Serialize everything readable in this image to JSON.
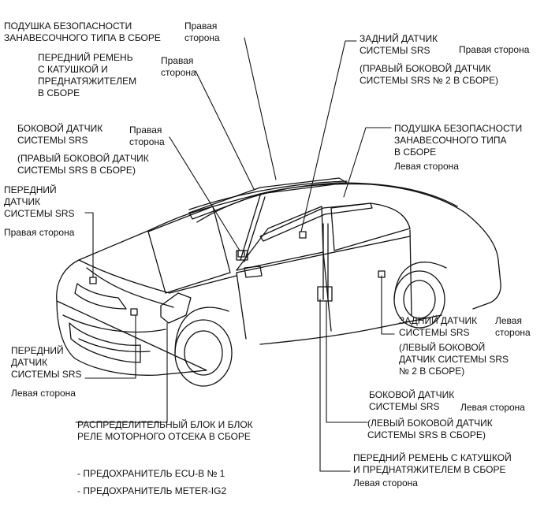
{
  "labels": {
    "curtain_right": "ПОДУШКА БЕЗОПАСНОСТИ\nЗАНАВЕСОЧНОГО ТИПА В СБОРЕ",
    "curtain_right_side": "Правая\nсторона",
    "belt_front_right": "ПЕРЕДНИЙ РЕМЕНЬ\nС КАТУШКОЙ И\nПРЕДНАТЯЖИТЕЛЕМ\nВ СБОРЕ",
    "belt_front_right_side": "Правая\nсторона",
    "side_sensor_right": "БОКОВОЙ ДАТЧИК\nСИСТЕМЫ SRS",
    "side_sensor_right_sub": "(ПРАВЫЙ БОКОВОЙ ДАТЧИК\nСИСТЕМЫ SRS В СБОРЕ)",
    "side_sensor_right_side": "Правая\nсторона",
    "front_sensor_right": "ПЕРЕДНИЙ\nДАТЧИК\nСИСТЕМЫ SRS",
    "front_sensor_right_side": "Правая сторона",
    "front_sensor_left": "ПЕРЕДНИЙ\nДАТЧИК\nСИСТЕМЫ SRS",
    "front_sensor_left_side": "Левая сторона",
    "junction_block": "РАСПРЕДЕЛИТЕЛЬНЫЙ БЛОК И БЛОК\nРЕЛЕ МОТОРНОГО ОТСЕКА В СБОРЕ",
    "fuse_1": "- ПРЕДОХРАНИТЕЛЬ ECU-B № 1",
    "fuse_2": "- ПРЕДОХРАНИТЕЛЬ METER-IG2",
    "rear_sensor_right": "ЗАДНИЙ ДАТЧИК\nСИСТЕМЫ SRS",
    "rear_sensor_right_side": "Правая сторона",
    "rear_sensor_right_sub": "(ПРАВЫЙ БОКОВОЙ ДАТЧИК\nСИСТЕМЫ SRS № 2 В СБОРЕ)",
    "curtain_left": "ПОДУШКА БЕЗОПАСНОСТИ\nЗАНАВЕСОЧНОГО ТИПА\nВ СБОРЕ",
    "curtain_left_side": "Левая сторона",
    "rear_sensor_left": "ЗАДНИЙ ДАТЧИК\nСИСТЕМЫ SRS",
    "rear_sensor_left_side": "Левая\nсторона",
    "rear_sensor_left_sub": "(ЛЕВЫЙ БОКОВОЙ\nДАТЧИК СИСТЕМЫ SRS\n№ 2 В СБОРЕ)",
    "side_sensor_left": "БОКОВОЙ ДАТЧИК\nСИСТЕМЫ SRS",
    "side_sensor_left_side": "Левая сторона",
    "side_sensor_left_sub": "(ЛЕВЫЙ БОКОВОЙ ДАТЧИК\nСИСТЕМЫ SRS В СБОРЕ)",
    "belt_front_left": "ПЕРЕДНИЙ РЕМЕНЬ С КАТУШКОЙ\nИ ПРЕДНАТЯЖИТЕЛЕМ В СБОРЕ",
    "belt_front_left_side": "Левая сторона"
  }
}
